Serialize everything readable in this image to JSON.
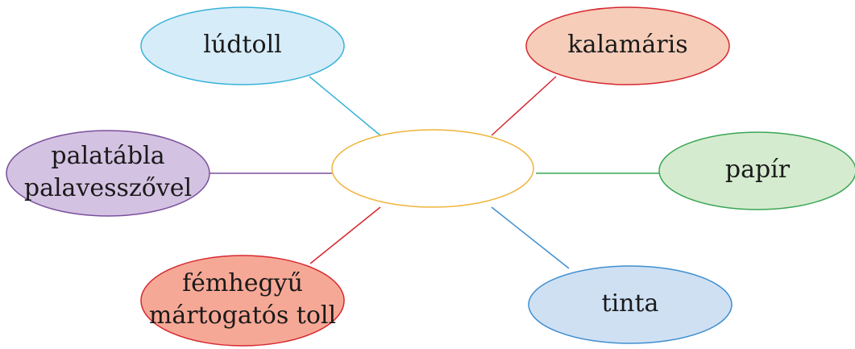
{
  "diagram": {
    "type": "mind-map",
    "center": {
      "label": "",
      "border_color": "#f0b43a",
      "fill_color": "#ffffff"
    },
    "nodes": [
      {
        "id": "ludtoll",
        "lines": [
          "lúdtoll"
        ],
        "border_color": "#39b3d9",
        "fill_color": "#d6ecf8",
        "connector_color": "#39b3d9"
      },
      {
        "id": "kalamaris",
        "lines": [
          "kalamáris"
        ],
        "border_color": "#d7282f",
        "fill_color": "#f5cdb9",
        "connector_color": "#d7282f"
      },
      {
        "id": "palatabla",
        "lines": [
          "palatábla",
          "palavesszővel"
        ],
        "border_color": "#7a4f9c",
        "fill_color": "#d4c2e2",
        "connector_color": "#7a4f9c"
      },
      {
        "id": "papir",
        "lines": [
          "papír"
        ],
        "border_color": "#3aa655",
        "fill_color": "#d5ebcf",
        "connector_color": "#3aa655"
      },
      {
        "id": "femhegyu",
        "lines": [
          "fémhegyű",
          "mártogatós toll"
        ],
        "border_color": "#d7282f",
        "fill_color": "#f6a896",
        "connector_color": "#d7282f"
      },
      {
        "id": "tinta",
        "lines": [
          "tinta"
        ],
        "border_color": "#3f8fd0",
        "fill_color": "#cfe0f3",
        "connector_color": "#3f8fd0"
      }
    ]
  }
}
